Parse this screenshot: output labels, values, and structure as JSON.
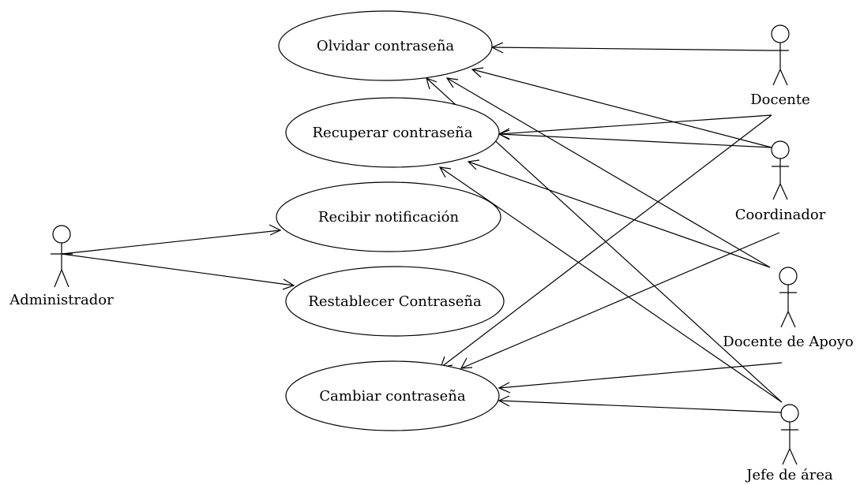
{
  "use_cases": [
    {
      "id": "olvidar",
      "label": "Olvidar contraseña"
    },
    {
      "id": "recuperar",
      "label": "Recuperar contraseña"
    },
    {
      "id": "recibir",
      "label": "Recibir notificación"
    },
    {
      "id": "restablecer",
      "label": "Restablecer Contraseña"
    },
    {
      "id": "cambiar",
      "label": "Cambiar contraseña"
    }
  ],
  "actors": [
    {
      "id": "docente",
      "label": "Docente"
    },
    {
      "id": "coordinador",
      "label": "Coordinador"
    },
    {
      "id": "apoyo",
      "label": "Docente de Apoyo"
    },
    {
      "id": "jefe",
      "label": "Jefe de área"
    },
    {
      "id": "admin",
      "label": "Administrador"
    }
  ],
  "associations": [
    {
      "from": "docente",
      "to": "olvidar"
    },
    {
      "from": "docente",
      "to": "recuperar"
    },
    {
      "from": "docente",
      "to": "cambiar"
    },
    {
      "from": "coordinador",
      "to": "olvidar"
    },
    {
      "from": "coordinador",
      "to": "recuperar"
    },
    {
      "from": "coordinador",
      "to": "cambiar"
    },
    {
      "from": "apoyo",
      "to": "olvidar"
    },
    {
      "from": "apoyo",
      "to": "recuperar"
    },
    {
      "from": "apoyo",
      "to": "cambiar"
    },
    {
      "from": "jefe",
      "to": "olvidar"
    },
    {
      "from": "jefe",
      "to": "recuperar"
    },
    {
      "from": "jefe",
      "to": "cambiar"
    },
    {
      "from": "admin",
      "to": "recibir"
    },
    {
      "from": "admin",
      "to": "restablecer"
    }
  ]
}
